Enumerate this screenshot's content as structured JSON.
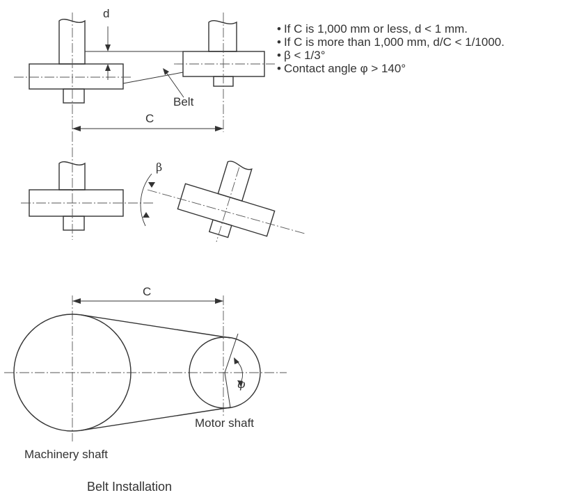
{
  "notes": [
    "If C is 1,000 mm or less, d < 1 mm.",
    "If C is more than 1,000 mm, d/C < 1/1000.",
    "β < 1/3°",
    "Contact angle φ > 140°"
  ],
  "labels": {
    "d": "d",
    "belt": "Belt",
    "c_top": "C",
    "beta": "β",
    "c_bottom": "C",
    "phi": "φ",
    "motor_shaft": "Motor shaft",
    "machinery_shaft": "Machinery shaft"
  },
  "caption": "Belt Installation"
}
